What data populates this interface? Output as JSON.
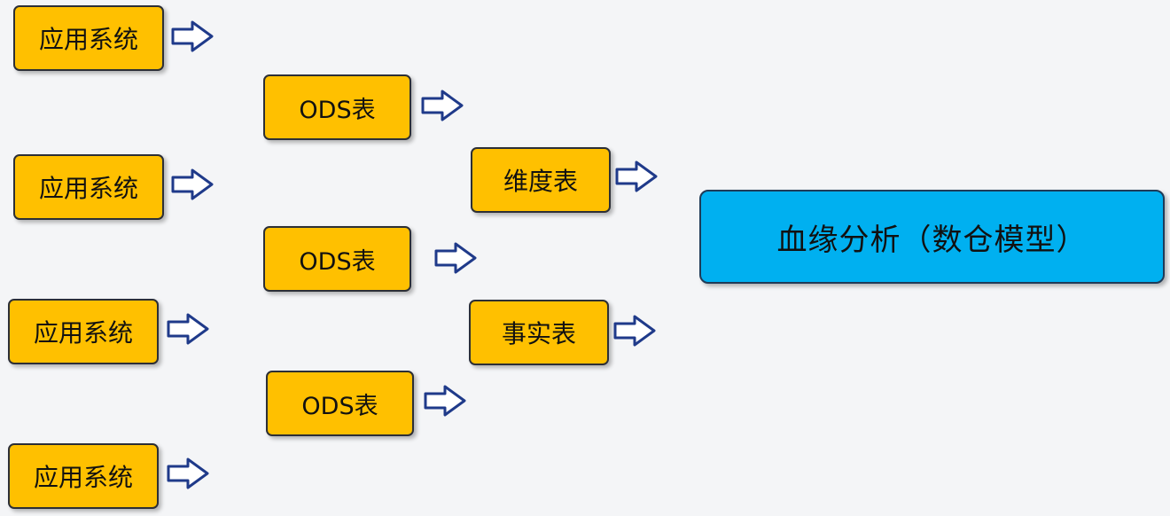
{
  "nodes": {
    "source_1": "应用系统",
    "source_2": "应用系统",
    "source_3": "应用系统",
    "source_4": "应用系统",
    "ods_1": "ODS表",
    "ods_2": "ODS表",
    "ods_3": "ODS表",
    "dimension_table": "维度表",
    "fact_table": "事实表",
    "lineage_analysis": "血缘分析（数仓模型）"
  },
  "colors": {
    "box_fill": "#ffc000",
    "target_fill": "#00b0f0",
    "arrow_stroke": "#1f3a8a",
    "arrow_fill": "#ffffff"
  }
}
